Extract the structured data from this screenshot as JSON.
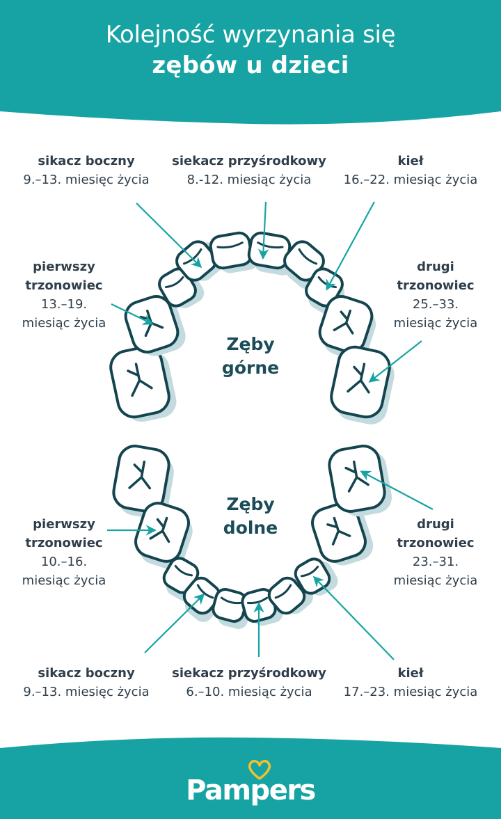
{
  "colors": {
    "brand": "#17a3a3",
    "tooth_outline": "#14454f",
    "tooth_shadow": "#c3dbdf",
    "text": "#2f3e4a",
    "logo_heart": "#f2c22e"
  },
  "header": {
    "line1": "Kolejność wyrzynania się",
    "line2": "zębów u dzieci"
  },
  "upper": {
    "title_line1": "Zęby",
    "title_line2": "górne",
    "lateral_incisor": {
      "name": "sikacz boczny",
      "age": "9.–13. miesięc życia"
    },
    "central_incisor": {
      "name": "siekacz przyśrodkowy",
      "age": "8.-12. miesiąc życia"
    },
    "canine": {
      "name": "kieł",
      "age": "16.–22. miesiąc życia"
    },
    "first_molar": {
      "name1": "pierwszy",
      "name2": "trzonowiec",
      "age1": "13.–19.",
      "age2": "miesiąc życia"
    },
    "second_molar": {
      "name1": "drugi",
      "name2": "trzonowiec",
      "age1": "25.–33.",
      "age2": "miesiąc życia"
    }
  },
  "lower": {
    "title_line1": "Zęby",
    "title_line2": "dolne",
    "first_molar": {
      "name1": "pierwszy",
      "name2": "trzonowiec",
      "age1": "10.–16.",
      "age2": "miesiąc życia"
    },
    "second_molar": {
      "name1": "drugi",
      "name2": "trzonowiec",
      "age1": "23.–31.",
      "age2": "miesiąc życia"
    },
    "lateral_incisor": {
      "name": "sikacz boczny",
      "age": "9.–13. miesięc życia"
    },
    "central_incisor": {
      "name": "siekacz przyśrodkowy",
      "age": "6.–10. miesiąc życia"
    },
    "canine": {
      "name": "kieł",
      "age": "17.–23. miesiąc życia"
    }
  },
  "logo": {
    "text": "Pampers"
  }
}
